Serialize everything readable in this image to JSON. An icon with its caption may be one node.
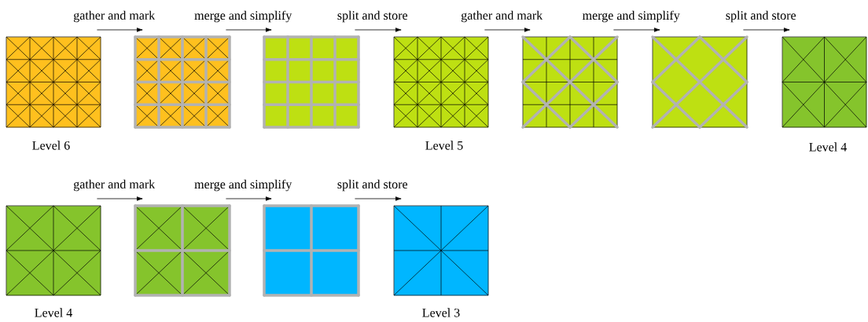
{
  "diagram": {
    "nodes": [
      {
        "text": [],
        "shape": "box",
        "beside": [
          "Level 6"
        ]
      },
      {
        "text": [],
        "shape": "box"
      },
      {
        "text": [],
        "shape": "box"
      },
      {
        "text": [],
        "shape": "box",
        "beside": [
          "Level 5"
        ]
      },
      {
        "text": [],
        "shape": "box"
      },
      {
        "text": [],
        "shape": "box"
      },
      {
        "text": [],
        "shape": "box",
        "beside": [
          "Level 4"
        ]
      },
      {
        "text": [],
        "shape": "box",
        "beside": [
          "Level 4"
        ]
      },
      {
        "text": [],
        "shape": "box"
      },
      {
        "text": [],
        "shape": "box"
      },
      {
        "text": [],
        "shape": "box",
        "beside": [
          "Level 3"
        ]
      }
    ],
    "edges": [
      {
        "from": 0,
        "to": 1,
        "arrow": "to",
        "label": "gather and mark"
      },
      {
        "from": 1,
        "to": 2,
        "arrow": "to",
        "label": "merge and simplify"
      },
      {
        "from": 2,
        "to": 3,
        "arrow": "to",
        "label": "split and store"
      },
      {
        "from": 3,
        "to": 4,
        "arrow": "to",
        "label": "gather and mark"
      },
      {
        "from": 4,
        "to": 5,
        "arrow": "to",
        "label": "merge and simplify"
      },
      {
        "from": 5,
        "to": 6,
        "arrow": "to",
        "label": "split and store"
      },
      {
        "from": 7,
        "to": 8,
        "arrow": "to",
        "label": "gather and mark"
      },
      {
        "from": 8,
        "to": 9,
        "arrow": "to",
        "label": "merge and simplify"
      },
      {
        "from": 9,
        "to": 10,
        "arrow": "to",
        "label": "split and store"
      }
    ]
  }
}
